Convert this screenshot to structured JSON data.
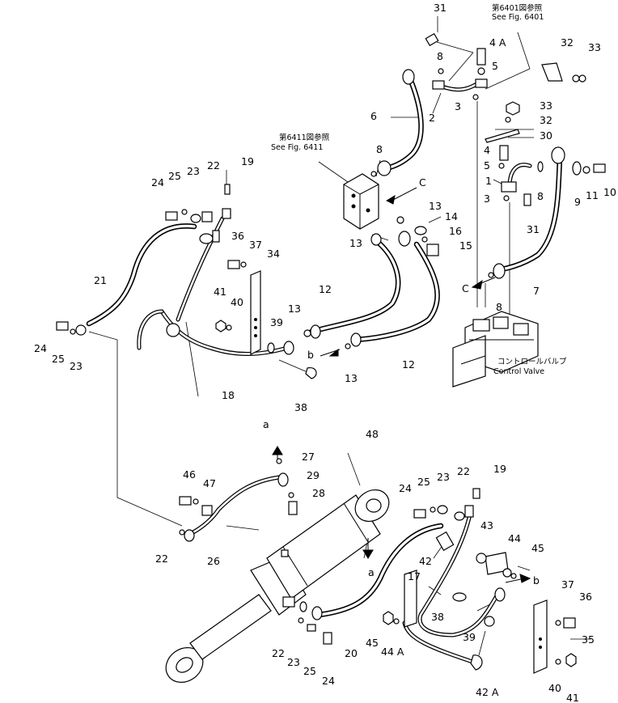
{
  "references": {
    "fig6401_jp": "第6401図参照",
    "fig6401_en": "See Fig. 6401",
    "fig6411_jp": "第6411図参照",
    "fig6411_en": "See Fig. 6411",
    "control_valve_jp": "コントロールバルブ",
    "control_valve_en": "Control Valve"
  },
  "callouts": [
    {
      "id": "c31a",
      "label": "31"
    },
    {
      "id": "c4a",
      "label": "4 A"
    },
    {
      "id": "c8a",
      "label": "8"
    },
    {
      "id": "c5a",
      "label": "5"
    },
    {
      "id": "c32a",
      "label": "32"
    },
    {
      "id": "c33a",
      "label": "33"
    },
    {
      "id": "c6",
      "label": "6"
    },
    {
      "id": "c2",
      "label": "2"
    },
    {
      "id": "c3a",
      "label": "3"
    },
    {
      "id": "c33b",
      "label": "33"
    },
    {
      "id": "c32b",
      "label": "32"
    },
    {
      "id": "c30",
      "label": "30"
    },
    {
      "id": "c4b",
      "label": "4"
    },
    {
      "id": "c5b",
      "label": "5"
    },
    {
      "id": "c1",
      "label": "1"
    },
    {
      "id": "c3b",
      "label": "3"
    },
    {
      "id": "c8b",
      "label": "8"
    },
    {
      "id": "c9",
      "label": "9"
    },
    {
      "id": "c11",
      "label": "11"
    },
    {
      "id": "c10",
      "label": "10"
    },
    {
      "id": "c31b",
      "label": "31"
    },
    {
      "id": "c8c",
      "label": "8"
    },
    {
      "id": "cC1",
      "label": "C"
    },
    {
      "id": "c13a",
      "label": "13"
    },
    {
      "id": "c14",
      "label": "14"
    },
    {
      "id": "c16",
      "label": "16"
    },
    {
      "id": "c15",
      "label": "15"
    },
    {
      "id": "c13b",
      "label": "13"
    },
    {
      "id": "c7",
      "label": "7"
    },
    {
      "id": "cC2",
      "label": "C"
    },
    {
      "id": "c8d",
      "label": "8"
    },
    {
      "id": "c24a",
      "label": "24"
    },
    {
      "id": "c25a",
      "label": "25"
    },
    {
      "id": "c23a",
      "label": "23"
    },
    {
      "id": "c22a",
      "label": "22"
    },
    {
      "id": "c19a",
      "label": "19"
    },
    {
      "id": "c36a",
      "label": "36"
    },
    {
      "id": "c37a",
      "label": "37"
    },
    {
      "id": "c34",
      "label": "34"
    },
    {
      "id": "c21",
      "label": "21"
    },
    {
      "id": "c41a",
      "label": "41"
    },
    {
      "id": "c40a",
      "label": "40"
    },
    {
      "id": "c12a",
      "label": "12"
    },
    {
      "id": "c13c",
      "label": "13"
    },
    {
      "id": "c39a",
      "label": "39"
    },
    {
      "id": "c24b",
      "label": "24"
    },
    {
      "id": "c25b",
      "label": "25"
    },
    {
      "id": "c23b",
      "label": "23"
    },
    {
      "id": "cb1",
      "label": "b"
    },
    {
      "id": "c13d",
      "label": "13"
    },
    {
      "id": "c12b",
      "label": "12"
    },
    {
      "id": "c18",
      "label": "18"
    },
    {
      "id": "c38a",
      "label": "38"
    },
    {
      "id": "ca1",
      "label": "a"
    },
    {
      "id": "c48",
      "label": "48"
    },
    {
      "id": "c27",
      "label": "27"
    },
    {
      "id": "c29",
      "label": "29"
    },
    {
      "id": "c28",
      "label": "28"
    },
    {
      "id": "c46",
      "label": "46"
    },
    {
      "id": "c47",
      "label": "47"
    },
    {
      "id": "c22b",
      "label": "22"
    },
    {
      "id": "c26",
      "label": "26"
    },
    {
      "id": "c24c",
      "label": "24"
    },
    {
      "id": "c25c",
      "label": "25"
    },
    {
      "id": "c23c",
      "label": "23"
    },
    {
      "id": "c22c",
      "label": "22"
    },
    {
      "id": "c19b",
      "label": "19"
    },
    {
      "id": "c43",
      "label": "43"
    },
    {
      "id": "c44",
      "label": "44"
    },
    {
      "id": "c45a",
      "label": "45"
    },
    {
      "id": "c42",
      "label": "42"
    },
    {
      "id": "ca2",
      "label": "a"
    },
    {
      "id": "c17",
      "label": "17"
    },
    {
      "id": "cb2",
      "label": "b"
    },
    {
      "id": "c37b",
      "label": "37"
    },
    {
      "id": "c36b",
      "label": "36"
    },
    {
      "id": "c38b",
      "label": "38"
    },
    {
      "id": "c39b",
      "label": "39"
    },
    {
      "id": "c35",
      "label": "35"
    },
    {
      "id": "c22d",
      "label": "22"
    },
    {
      "id": "c23d",
      "label": "23"
    },
    {
      "id": "c25d",
      "label": "25"
    },
    {
      "id": "c24d",
      "label": "24"
    },
    {
      "id": "c20",
      "label": "20"
    },
    {
      "id": "c45b",
      "label": "45"
    },
    {
      "id": "c44a",
      "label": "44 A"
    },
    {
      "id": "c42a",
      "label": "42 A"
    },
    {
      "id": "c40b",
      "label": "40"
    },
    {
      "id": "c41b",
      "label": "41"
    }
  ]
}
